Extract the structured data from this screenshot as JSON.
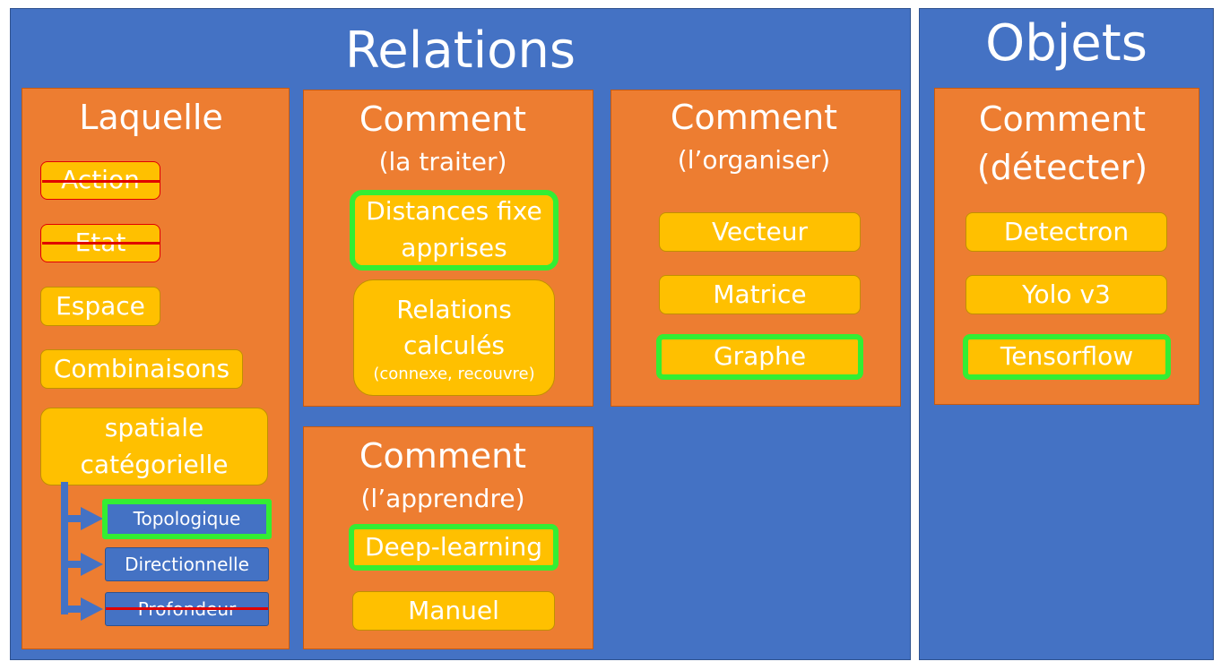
{
  "relations": {
    "title": "Relations",
    "laquelle": {
      "title": "Laquelle",
      "items": [
        "Action",
        "Etat",
        "Espace",
        "Combinaisons"
      ],
      "spatial": {
        "line1": "spatiale",
        "line2": "catégorielle"
      },
      "sub_items": [
        "Topologique",
        "Directionnelle",
        "Profondeur"
      ]
    },
    "traiter": {
      "title": "Comment",
      "subtitle": "(la traiter)",
      "item1": {
        "line1": "Distances fixe",
        "line2": "apprises"
      },
      "item2": {
        "line1": "Relations",
        "line2": "calculés",
        "line3": "(connexe, recouvre)"
      }
    },
    "organiser": {
      "title": "Comment",
      "subtitle": "(l’organiser)",
      "items": [
        "Vecteur",
        "Matrice",
        "Graphe"
      ]
    },
    "apprendre": {
      "title": "Comment",
      "subtitle": "(l’apprendre)",
      "items": [
        "Deep-learning",
        "Manuel"
      ]
    }
  },
  "objets": {
    "title": "Objets",
    "detecter": {
      "title": "Comment",
      "subtitle": "(détecter)",
      "items": [
        "Detectron",
        "Yolo v3",
        "Tensorflow"
      ]
    }
  },
  "colors": {
    "panel_blue": "#4472c4",
    "box_orange": "#ed7d31",
    "pill_yellow": "#ffc000",
    "highlight_green": "#33ee33",
    "strike_red": "#e00000"
  }
}
